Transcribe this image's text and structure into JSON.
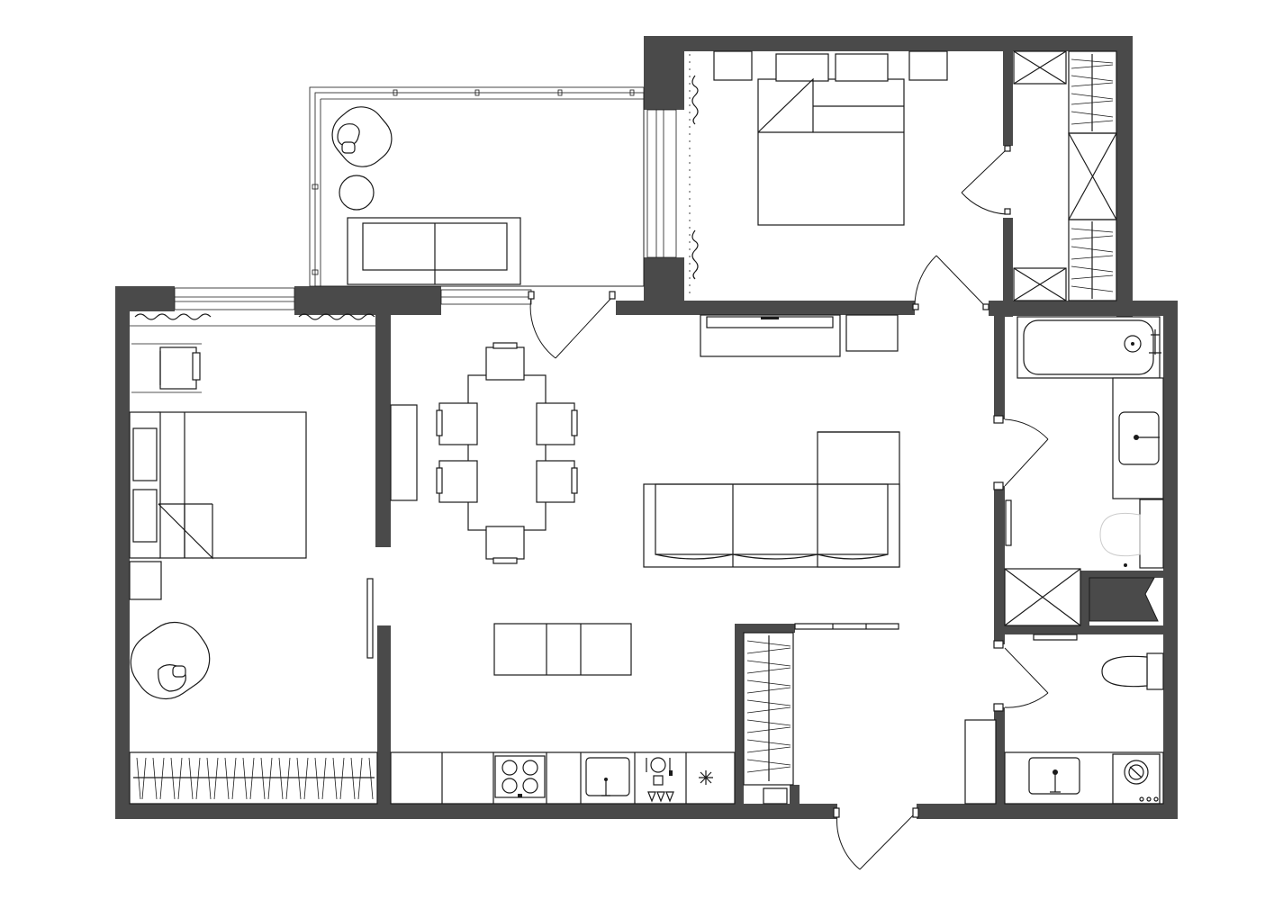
{
  "plan": {
    "colors": {
      "wall": "#4a4a4a",
      "line": "#1a1a1a",
      "background": "#ffffff"
    },
    "rooms": {
      "balcony": {
        "furniture": [
          "armchair",
          "round-table",
          "sofa"
        ]
      },
      "master_bedroom": {
        "furniture": [
          "double-bed",
          "nightstand",
          "tv-unit",
          "wardrobe"
        ]
      },
      "walk_in_closet": {
        "furniture": [
          "hanging-rail"
        ]
      },
      "bathroom": {
        "furniture": [
          "bathtub",
          "sink",
          "toilet",
          "shower"
        ]
      },
      "wc": {
        "furniture": [
          "toilet",
          "sink",
          "washing-machine"
        ]
      },
      "bedroom": {
        "furniture": [
          "double-bed",
          "desk-chair",
          "armchair",
          "wardrobe"
        ]
      },
      "living_kitchen": {
        "furniture": [
          "dining-table",
          "dining-chair",
          "corner-sofa",
          "island",
          "kitchen-counter",
          "cooktop",
          "sink",
          "dishwasher"
        ]
      },
      "entry_closet": {
        "furniture": [
          "hanging-rail"
        ]
      }
    }
  }
}
